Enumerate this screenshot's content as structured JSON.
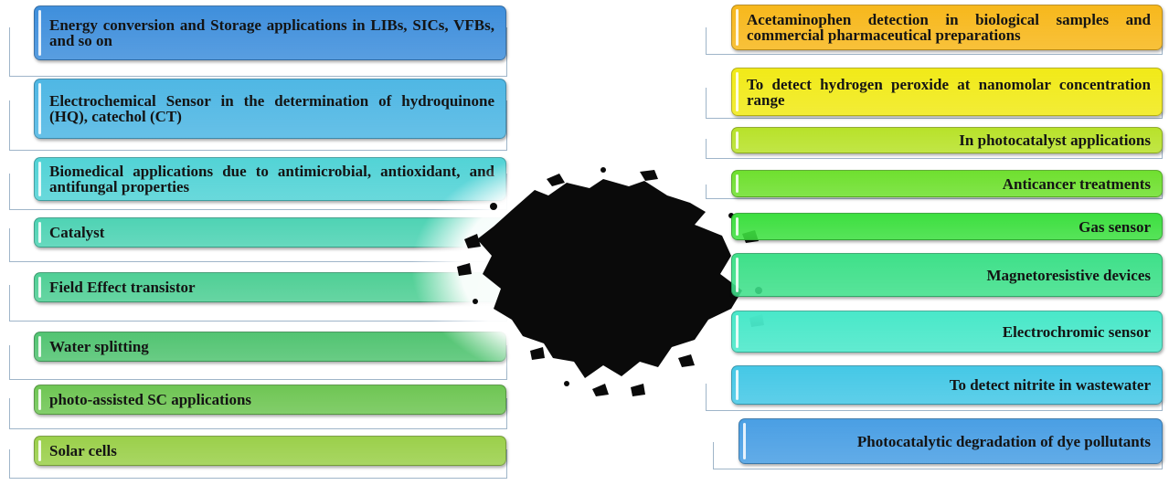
{
  "left_items": [
    {
      "label": "Energy conversion and Storage applications in LIBs, SICs, VFBs, and so on",
      "color": "#3f8fdc"
    },
    {
      "label": "Electrochemical Sensor in the determination of hydroquinone (HQ), catechol (CT)",
      "color": "#4fb7e4"
    },
    {
      "label": "Biomedical applications due to antimicrobial, antioxidant, and antifungal properties",
      "color": "#52d3d6"
    },
    {
      "label": "Catalyst",
      "color": "#4fd3b4"
    },
    {
      "label": "Field Effect transistor",
      "color": "#4fcf95"
    },
    {
      "label": "Water splitting",
      "color": "#52c472"
    },
    {
      "label": "photo-assisted SC applications",
      "color": "#6fc654"
    },
    {
      "label": "Solar cells",
      "color": "#9bd04b"
    }
  ],
  "right_items": [
    {
      "label": "Acetaminophen detection in biological samples and commercial pharmaceutical preparations",
      "color": "#f7b81c"
    },
    {
      "label": "To detect hydrogen peroxide at nanomolar concentration range",
      "color": "#f1ea18"
    },
    {
      "label": "In photocatalyst applications",
      "color": "#b8e22a"
    },
    {
      "label": "Anticancer treatments",
      "color": "#6fe02f"
    },
    {
      "label": "Gas sensor",
      "color": "#3ddf40"
    },
    {
      "label": "Magnetoresistive devices",
      "color": "#3fe08a"
    },
    {
      "label": "Electrochromic sensor",
      "color": "#49e8c9"
    },
    {
      "label": "To detect nitrite in wastewater",
      "color": "#45c8e6"
    },
    {
      "label": "Photocatalytic degradation of dye pollutants",
      "color": "#4a9fe4"
    }
  ]
}
